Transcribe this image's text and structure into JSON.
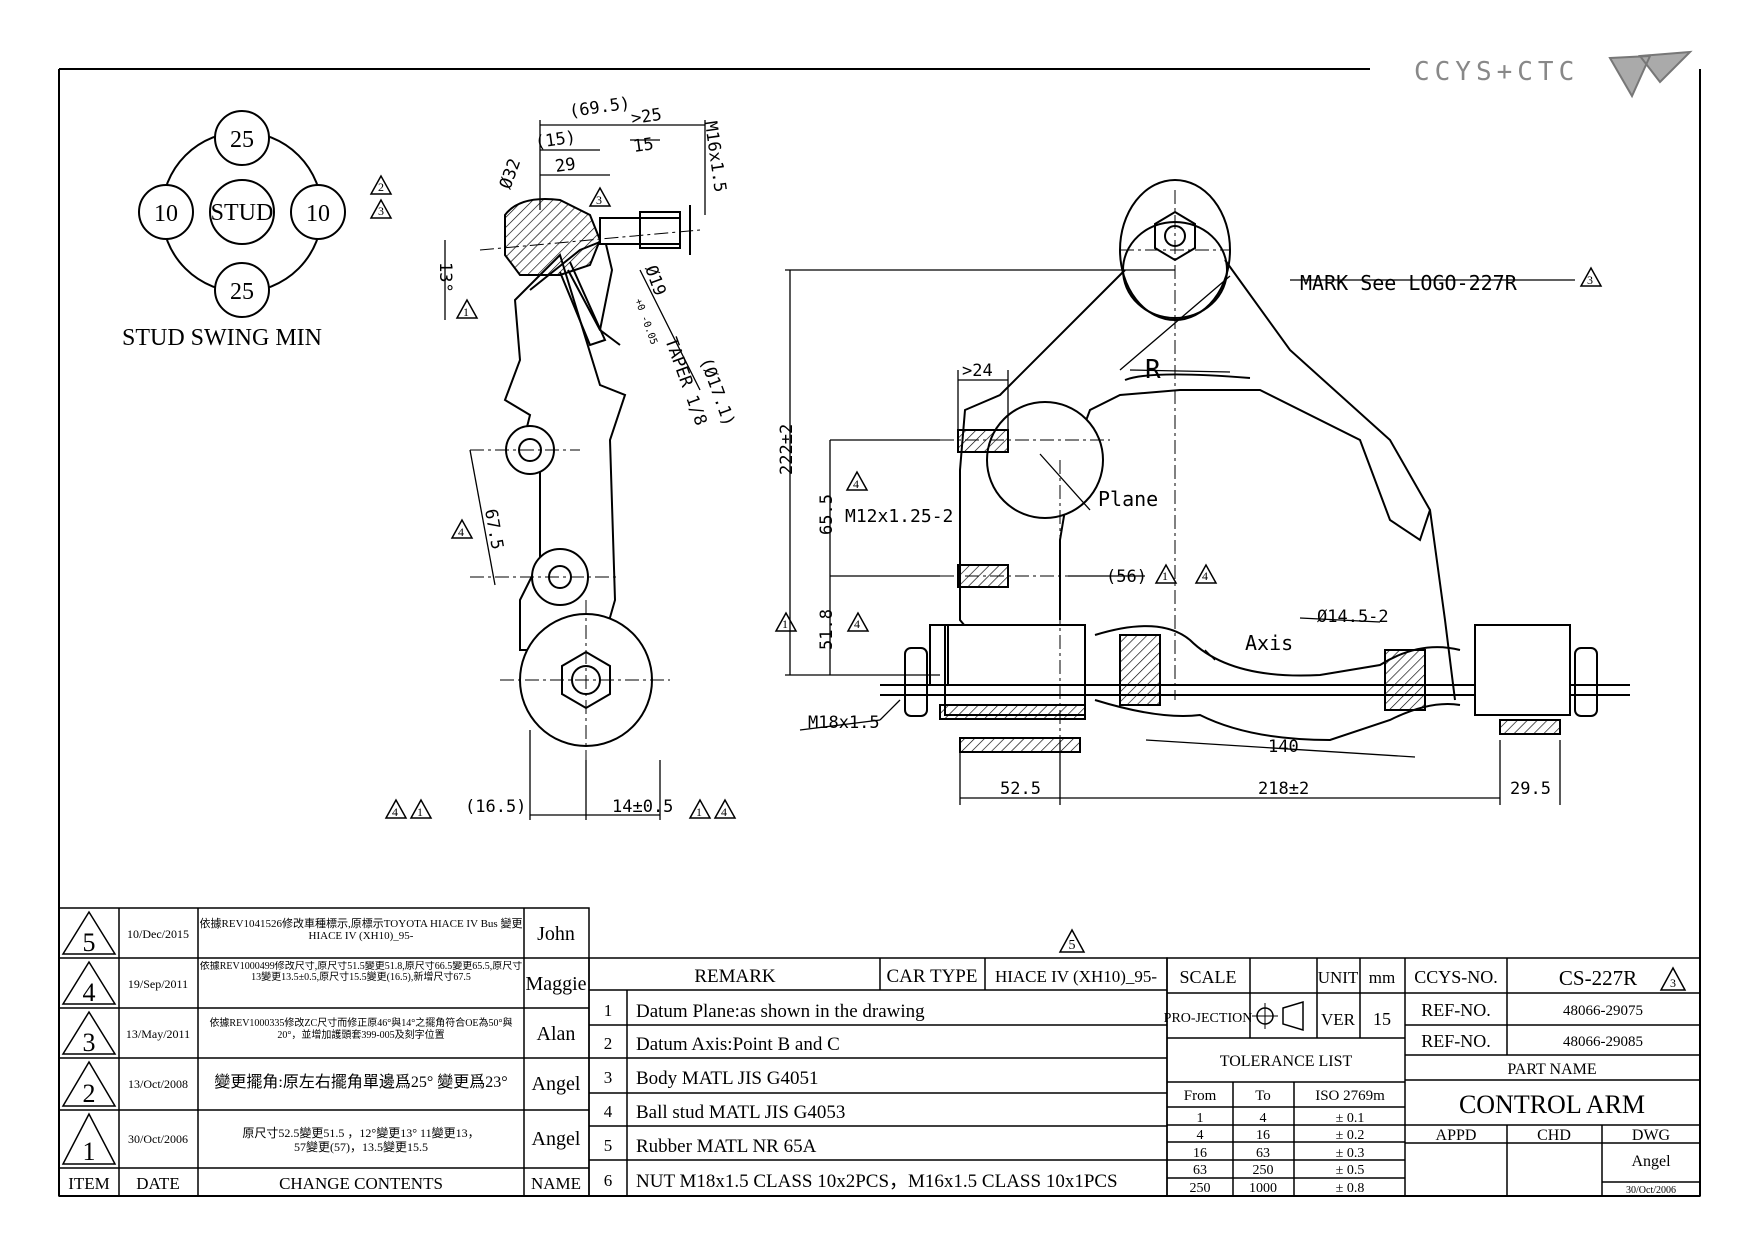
{
  "logo": {
    "text": "CCYS+CTC"
  },
  "stud_swing": {
    "top": "25",
    "left": "10",
    "center": "STUD",
    "right": "10",
    "bottom": "25",
    "label": "STUD SWING MIN",
    "rev_a": "2",
    "rev_b": "3"
  },
  "dims": {
    "d69_5": "(69.5)",
    "d15": "(15)",
    "d25": ">25",
    "d15b": "15",
    "d29": "29",
    "phi32": "Ø32",
    "m16": "M16x1.5",
    "rev3a": "3",
    "a13": "13°",
    "rev1a": "1",
    "phi19": "Ø19",
    "phi19_tol": "+0 -0.05",
    "taper": "TAPER 1/8",
    "phi17": "(Ø17.1)",
    "d67_5": "67.5",
    "rev4a": "4",
    "d16_5": "(16.5)",
    "d14": "14±0.5",
    "rev_bl_a": "4",
    "rev_bl_b": "1",
    "rev_br_a": "1",
    "rev_br_b": "4",
    "mark": "MARK See LOGO-227R",
    "rev_mark": "3",
    "r": "R",
    "d24": ">24",
    "d222": "222±2",
    "d65_5": "65.5",
    "m12": "M12x1.25-2",
    "plane": "Plane",
    "d56": "(56)",
    "rev_56a": "1",
    "rev_56b": "4",
    "rev_m12": "4",
    "d51_8": "51.8",
    "rev_51a": "1",
    "rev_51b": "4",
    "phi14": "Ø14.5-2",
    "axis": "Axis",
    "m18": "M18x1.5",
    "d140": "140",
    "d52_5": "52.5",
    "d218": "218±2",
    "d29_5": "29.5"
  },
  "revisions": [
    {
      "item": "5",
      "date": "10/Dec/2015",
      "contents": "依據REV1041526修改車種標示,原標示TOYOTA HIACE IV Bus 變更HIACE IV (XH10)_95-",
      "name": "John"
    },
    {
      "item": "4",
      "date": "19/Sep/2011",
      "contents": "依據REV1000499修改尺寸,原尺寸51.5變更51.8,原尺寸66.5變更65.5,原尺寸13變更13.5±0.5,原尺寸15.5變更(16.5),新增尺寸67.5",
      "name": "Maggie"
    },
    {
      "item": "3",
      "date": "13/May/2011",
      "contents": "依據REV1000335修改ZC尺寸而修正原46°與14°之擺角符合OE為50°與20°，並增加護頭套399-005及刻字位置",
      "name": "Alan"
    },
    {
      "item": "2",
      "date": "13/Oct/2008",
      "contents": "變更擺角:原左右擺角單邊爲25° 變更爲23°",
      "name": "Angel"
    },
    {
      "item": "1",
      "date": "30/Oct/2006",
      "contents": "原尺寸52.5變更51.5 ，12°變更13° 11變更13，57變更(57)，13.5變更15.5",
      "name": "Angel"
    }
  ],
  "rev_header": {
    "item": "ITEM",
    "date": "DATE",
    "contents": "CHANGE CONTENTS",
    "name": "NAME",
    "top_rev": "5"
  },
  "remarks": {
    "header": "REMARK",
    "car_type_label": "CAR TYPE",
    "car_type": "HIACE IV (XH10)_95-",
    "items": [
      {
        "n": "1",
        "text": "Datum Plane:as shown in the drawing"
      },
      {
        "n": "2",
        "text": "Datum Axis:Point B and C"
      },
      {
        "n": "3",
        "text": "Body MATL JIS G4051"
      },
      {
        "n": "4",
        "text": "Ball stud MATL JIS G4053"
      },
      {
        "n": "5",
        "text": "Rubber MATL NR 65A"
      },
      {
        "n": "6",
        "text": "NUT M18x1.5 CLASS 10x2PCS，M16x1.5 CLASS 10x1PCS"
      }
    ]
  },
  "title_block": {
    "scale": "SCALE",
    "unit": "UNIT",
    "unit_val": "mm",
    "projection": "PRO-JECTION",
    "ver": "VER",
    "ver_val": "15",
    "tolerance": "TOLERANCE LIST",
    "tol_from": "From",
    "tol_to": "To",
    "tol_iso": "ISO 2769m",
    "tol_rows": [
      {
        "from": "1",
        "to": "4",
        "tol": "± 0.1"
      },
      {
        "from": "4",
        "to": "16",
        "tol": "± 0.2"
      },
      {
        "from": "16",
        "to": "63",
        "tol": "± 0.3"
      },
      {
        "from": "63",
        "to": "250",
        "tol": "± 0.5"
      },
      {
        "from": "250",
        "to": "1000",
        "tol": "± 0.8"
      }
    ],
    "ccys_no_label": "CCYS-NO.",
    "ccys_no": "CS-227R",
    "ccys_rev": "3",
    "ref1_label": "REF-NO.",
    "ref1": "48066-29075",
    "ref2_label": "REF-NO.",
    "ref2": "48066-29085",
    "part_name_label": "PART NAME",
    "part_name": "CONTROL ARM",
    "appd": "APPD",
    "chd": "CHD",
    "dwg": "DWG",
    "dwg_name": "Angel",
    "dwg_date": "30/Oct/2006"
  }
}
